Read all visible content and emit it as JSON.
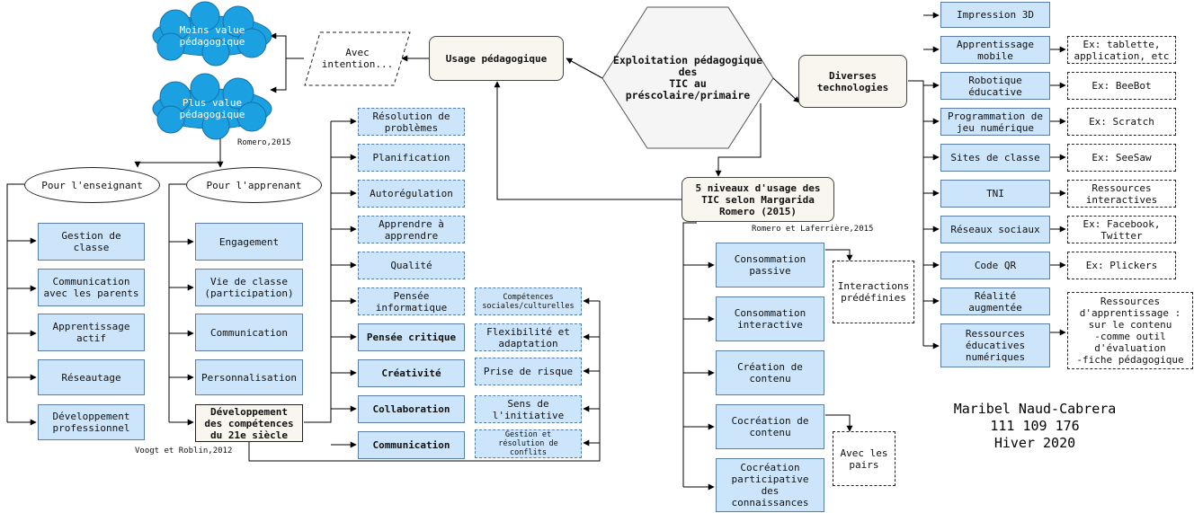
{
  "center": {
    "title": "Exploitation pédagogique des\nTIC au préscolaire/primaire"
  },
  "usage": {
    "title": "Usage pédagogique",
    "avec_intention": "Avec\nintention...",
    "moins_value": "Moins value\npédagogique",
    "plus_value": "Plus value\npédagogique",
    "romero_ref": "Romero,2015",
    "pour_enseignant": "Pour l'enseignant",
    "pour_apprenant": "Pour l'apprenant",
    "enseignant_items": [
      "Gestion de\nclasse",
      "Communication\navec les parents",
      "Apprentissage\nactif",
      "Réseautage",
      "Développement\nprofessionnel"
    ],
    "apprenant_items": [
      "Engagement",
      "Vie de classe\n(participation)",
      "Communication",
      "Personnalisation",
      "Développement\ndes compétences\ndu 21e siècle"
    ],
    "vr_ref": "Voogt et Roblin,2012"
  },
  "competences": {
    "main": [
      "Résolution de\nproblèmes",
      "Planification",
      "Autorégulation",
      "Apprendre à\napprendre",
      "Qualité",
      "Pensée\ninformatique",
      "Pensée critique",
      "Créativité",
      "Collaboration",
      "Communication"
    ],
    "side": [
      "Compétences\nsociales/culturelles",
      "Flexibilité et\nadaptation",
      "Prise de risque",
      "Sens de\nl'initiative",
      "Gestion et\nrésolution de\nconflits"
    ]
  },
  "niveaux": {
    "title": "5 niveaux d'usage des\nTIC selon Margarida\nRomero (2015)",
    "ref": "Romero et Laferrière,2015",
    "items": [
      "Consommation\npassive",
      "Consommation\ninteractive",
      "Création de\ncontenu",
      "Cocréation de\ncontenu",
      "Cocréation\nparticipative\ndes\nconnaissances"
    ],
    "interactions": "Interactions\nprédéfinies",
    "avec_pairs": "Avec les\npairs"
  },
  "technologies": {
    "title": "Diverses\ntechnologies",
    "items": [
      "Impression 3D",
      "Apprentissage\nmobile",
      "Robotique\néducative",
      "Programmation de\njeu numérique",
      "Sites de classe",
      "TNI",
      "Réseaux sociaux",
      "Code QR",
      "Réalité\naugmentée",
      "Ressources\néducatives\nnumériques"
    ],
    "examples": [
      "Ex: tablette,\napplication, etc",
      "Ex: BeeBot",
      "Ex: Scratch",
      "Ex: SeeSaw",
      "Ressources\ninteractives",
      "Ex: Facebook,\nTwitter",
      "Ex: Plickers",
      "Ressources\nd'apprentissage :\nsur le contenu\n-comme outil\nd'évaluation\n-fiche pédagogique"
    ]
  },
  "author": {
    "text": "Maribel Naud-Cabrera\n111 109 176\nHiver 2020"
  },
  "colors": {
    "box_fill": "#cce5fb",
    "cloud_fill": "#1ba1e2",
    "hexagon_fill": "#f5f5f5",
    "title_box_fill": "#f8f6ee"
  }
}
